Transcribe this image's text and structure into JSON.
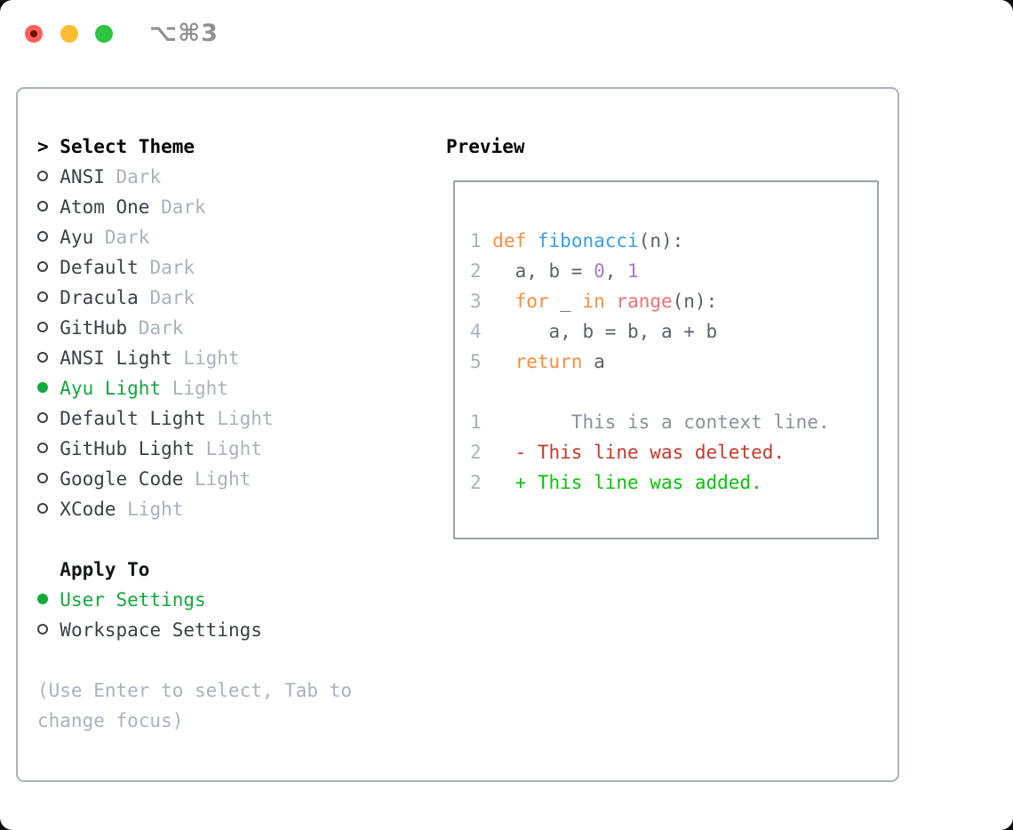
{
  "window": {
    "title": "⌥⌘3",
    "traffic_lights": [
      "close",
      "minimize",
      "zoom"
    ]
  },
  "sidebar": {
    "header": {
      "marker": ">",
      "label": "Select Theme"
    },
    "themes": [
      {
        "name": "ANSI",
        "variant": "Dark",
        "selected": false
      },
      {
        "name": "Atom One",
        "variant": "Dark",
        "selected": false
      },
      {
        "name": "Ayu",
        "variant": "Dark",
        "selected": false
      },
      {
        "name": "Default",
        "variant": "Dark",
        "selected": false
      },
      {
        "name": "Dracula",
        "variant": "Dark",
        "selected": false
      },
      {
        "name": "GitHub",
        "variant": "Dark",
        "selected": false
      },
      {
        "name": "ANSI Light",
        "variant": "Light",
        "selected": false
      },
      {
        "name": "Ayu Light",
        "variant": "Light",
        "selected": true
      },
      {
        "name": "Default Light",
        "variant": "Light",
        "selected": false
      },
      {
        "name": "GitHub Light",
        "variant": "Light",
        "selected": false
      },
      {
        "name": "Google Code",
        "variant": "Light",
        "selected": false
      },
      {
        "name": "XCode",
        "variant": "Light",
        "selected": false
      }
    ],
    "apply_to": {
      "label": "Apply To",
      "options": [
        {
          "label": "User Settings",
          "selected": true
        },
        {
          "label": "Workspace Settings",
          "selected": false
        }
      ]
    },
    "help_lines": [
      "(Use Enter to select, Tab to",
      "change focus)"
    ]
  },
  "preview": {
    "title": "Preview",
    "code_lines": [
      [
        [
          "num",
          "1 "
        ],
        [
          "kw",
          "def"
        ],
        [
          "code",
          " "
        ],
        [
          "fn",
          "fibonacci"
        ],
        [
          "code",
          "(n):"
        ]
      ],
      [
        [
          "num",
          "2"
        ],
        [
          "code",
          "   a, b = "
        ],
        [
          "const",
          "0"
        ],
        [
          "code",
          ", "
        ],
        [
          "const",
          "1"
        ]
      ],
      [
        [
          "num",
          "3"
        ],
        [
          "code",
          "   "
        ],
        [
          "kw",
          "for"
        ],
        [
          "code",
          " _ "
        ],
        [
          "kw",
          "in"
        ],
        [
          "code",
          " "
        ],
        [
          "call",
          "range"
        ],
        [
          "code",
          "(n):"
        ]
      ],
      [
        [
          "num",
          "4"
        ],
        [
          "code",
          "      a, b = b, a + b"
        ]
      ],
      [
        [
          "num",
          "5"
        ],
        [
          "code",
          "   "
        ],
        [
          "kw",
          "return"
        ],
        [
          "code",
          " a"
        ]
      ],
      [],
      [
        [
          "num",
          "1"
        ],
        [
          "ctx",
          "        This is a context line."
        ]
      ],
      [
        [
          "num",
          "2"
        ],
        [
          "del",
          "   - This line was deleted."
        ]
      ],
      [
        [
          "num",
          "2"
        ],
        [
          "add",
          "   + This line was added."
        ]
      ]
    ]
  },
  "colors": {
    "ui_selected_green": "#12a83d",
    "diff_added_green": "#09c309",
    "diff_deleted_red": "#c5392c",
    "syntax_keyword_orange": "#fa8d3e",
    "syntax_function_blue": "#399ee6",
    "syntax_call_coral": "#f07171",
    "syntax_constant_purple": "#a37acc",
    "muted_gray": "#a9b2bb",
    "panel_border_gray": "#aab2ba"
  }
}
